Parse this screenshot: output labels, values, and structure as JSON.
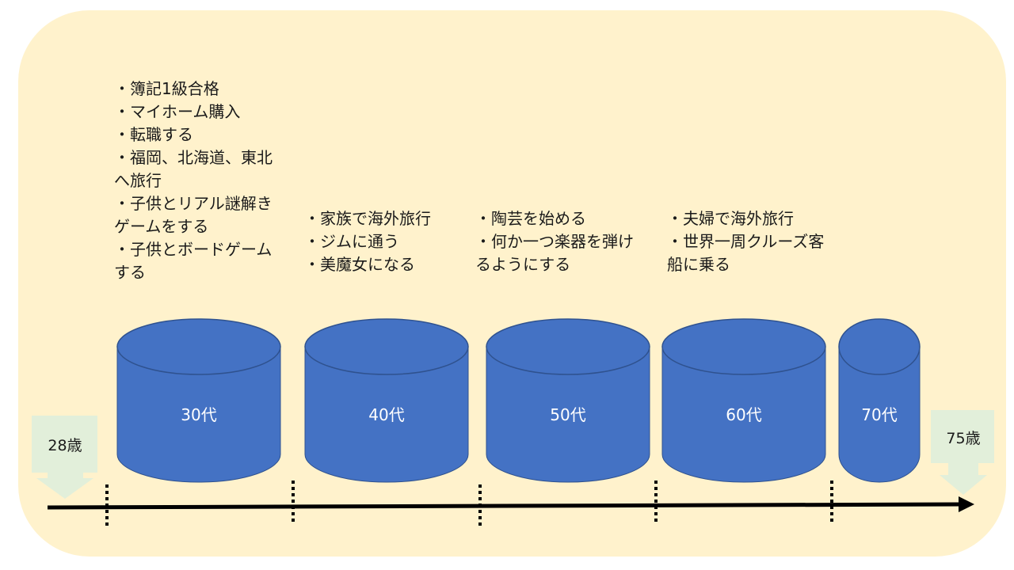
{
  "panel_color": "#fff2cc",
  "cylinder_color": "#4472c4",
  "cylinder_edge": "#2f528f",
  "marker_color": "#e2efda",
  "axis_color": "#000000",
  "start_age": "28歳",
  "end_age": "75歳",
  "decades": [
    {
      "label": "30代",
      "goals": [
        "・簿記1級合格",
        "・マイホーム購入",
        "・転職する",
        "・福岡、北海道、東北へ旅行",
        "・子供とリアル謎解きゲームをする",
        "・子供とボードゲームする"
      ]
    },
    {
      "label": "40代",
      "goals": [
        "・家族で海外旅行",
        "・ジムに通う",
        "・美魔女になる"
      ]
    },
    {
      "label": "50代",
      "goals": [
        "・陶芸を始める",
        "・何か一つ楽器を弾けるようにする"
      ]
    },
    {
      "label": "60代",
      "goals": [
        "・夫婦で海外旅行",
        "・世界一周クルーズ客船に乗る"
      ]
    },
    {
      "label": "70代",
      "goals": []
    }
  ]
}
